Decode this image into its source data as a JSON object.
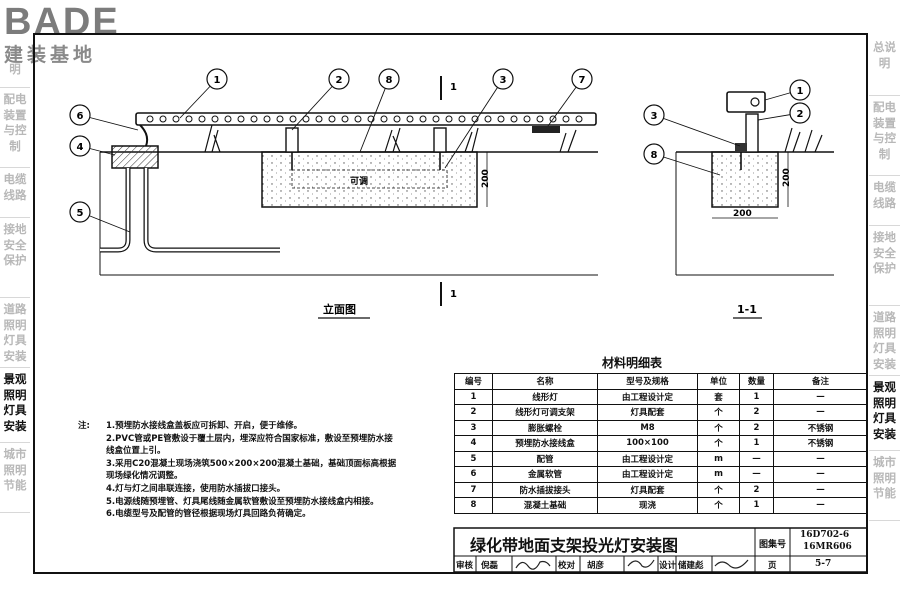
{
  "logo": {
    "brand": "BADE",
    "subtitle": "建装基地"
  },
  "sidebar_left": [
    {
      "label": "明",
      "active": false
    },
    {
      "label": "配电装置与控制",
      "active": false
    },
    {
      "label": "电缆线路",
      "active": false
    },
    {
      "label": "接地安全保护",
      "active": false
    },
    {
      "label": "道路照明灯具安装",
      "active": false
    },
    {
      "label": "景观照明灯具安装",
      "active": true
    },
    {
      "label": "城市照明节能",
      "active": false
    }
  ],
  "sidebar_right": [
    {
      "label": "总说明",
      "active": false
    },
    {
      "label": "配电装置与控制",
      "active": false
    },
    {
      "label": "电缆线路",
      "active": false
    },
    {
      "label": "接地安全保护",
      "active": false
    },
    {
      "label": "道路照明灯具安装",
      "active": false
    },
    {
      "label": "景观照明灯具安装",
      "active": true
    },
    {
      "label": "城市照明节能",
      "active": false
    }
  ],
  "drawing": {
    "elevation_title": "立面图",
    "section_title": "1-1",
    "section_marker": "1",
    "adjust_label": "可调",
    "dim_200_a": "200",
    "dim_200_b": "200",
    "dim_200_c": "200",
    "callouts": [
      "1",
      "2",
      "8",
      "3",
      "7",
      "6",
      "4",
      "5",
      "3",
      "8",
      "1",
      "2"
    ]
  },
  "notes": {
    "label": "注:",
    "items": [
      "1.预埋防水接线盒盖板应可拆卸、开启，便于维修。",
      "2.PVC管或PE管敷设于覆土层内，埋深应符合国家标准，敷设至预埋防水接线盒位置上引。",
      "3.采用C20混凝土现场浇筑500×200×200混凝土基础，基础顶面标高根据现场绿化情况调整。",
      "4.灯与灯之间串联连接，使用防水插拔口接头。",
      "5.电源线随预埋管、灯具尾线随金属软管敷设至预埋防水接线盒内相接。",
      "6.电缆型号及配管的管径根据现场灯具回路负荷确定。"
    ]
  },
  "material_table": {
    "title": "材料明细表",
    "headers": [
      "编号",
      "名称",
      "型号及规格",
      "单位",
      "数量",
      "备注"
    ],
    "rows": [
      [
        "1",
        "线形灯",
        "由工程设计定",
        "套",
        "1",
        "—"
      ],
      [
        "2",
        "线形灯可调支架",
        "灯具配套",
        "个",
        "2",
        "—"
      ],
      [
        "3",
        "膨胀螺栓",
        "M8",
        "个",
        "2",
        "不锈钢"
      ],
      [
        "4",
        "预埋防水接线盒",
        "100×100",
        "个",
        "1",
        "不锈钢"
      ],
      [
        "5",
        "配管",
        "由工程设计定",
        "m",
        "—",
        "—"
      ],
      [
        "6",
        "金属软管",
        "由工程设计定",
        "m",
        "—",
        "—"
      ],
      [
        "7",
        "防水插拔接头",
        "灯具配套",
        "个",
        "2",
        "—"
      ],
      [
        "8",
        "混凝土基础",
        "现浇",
        "个",
        "1",
        "—"
      ]
    ]
  },
  "title_block": {
    "title": "绿化带地面支架投光灯安装图",
    "atlas_label": "图集号",
    "atlas_no_1": "16D702-6",
    "atlas_no_2": "16MR606",
    "review_label": "审核",
    "review_name": "倪磊",
    "check_label": "校对",
    "check_name": "胡彦",
    "design_label": "设计",
    "design_name": "储建彪",
    "page_label": "页",
    "page_no": "5-7"
  }
}
